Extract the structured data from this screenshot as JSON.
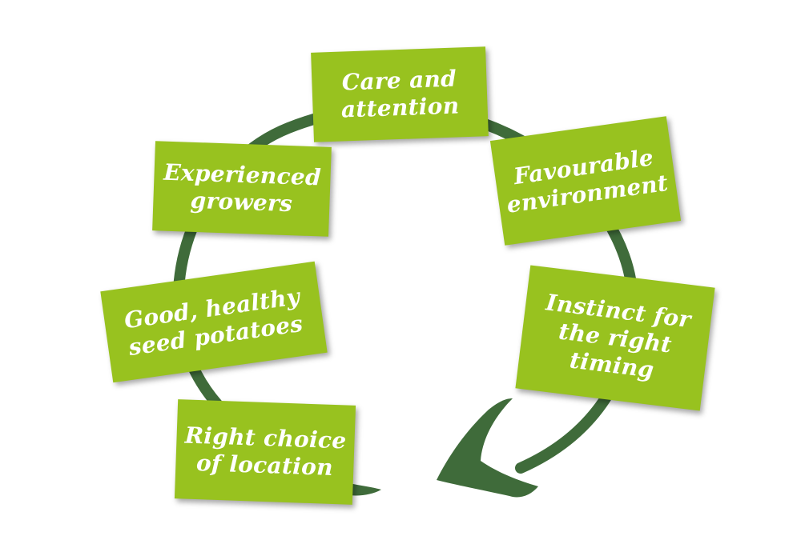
{
  "colors": {
    "arrow": "#3f6b3a",
    "card": "#98c21f",
    "text": "#ffffff",
    "background": "#ffffff"
  },
  "cards": {
    "care": "Care and\nattention",
    "environment": "Favourable\nenvironment",
    "growers": "Experienced\ngrowers",
    "seed": "Good, healthy\nseed potatoes",
    "instinct": "Instinct for\nthe right\ntiming",
    "location": "Right choice\nof location"
  }
}
